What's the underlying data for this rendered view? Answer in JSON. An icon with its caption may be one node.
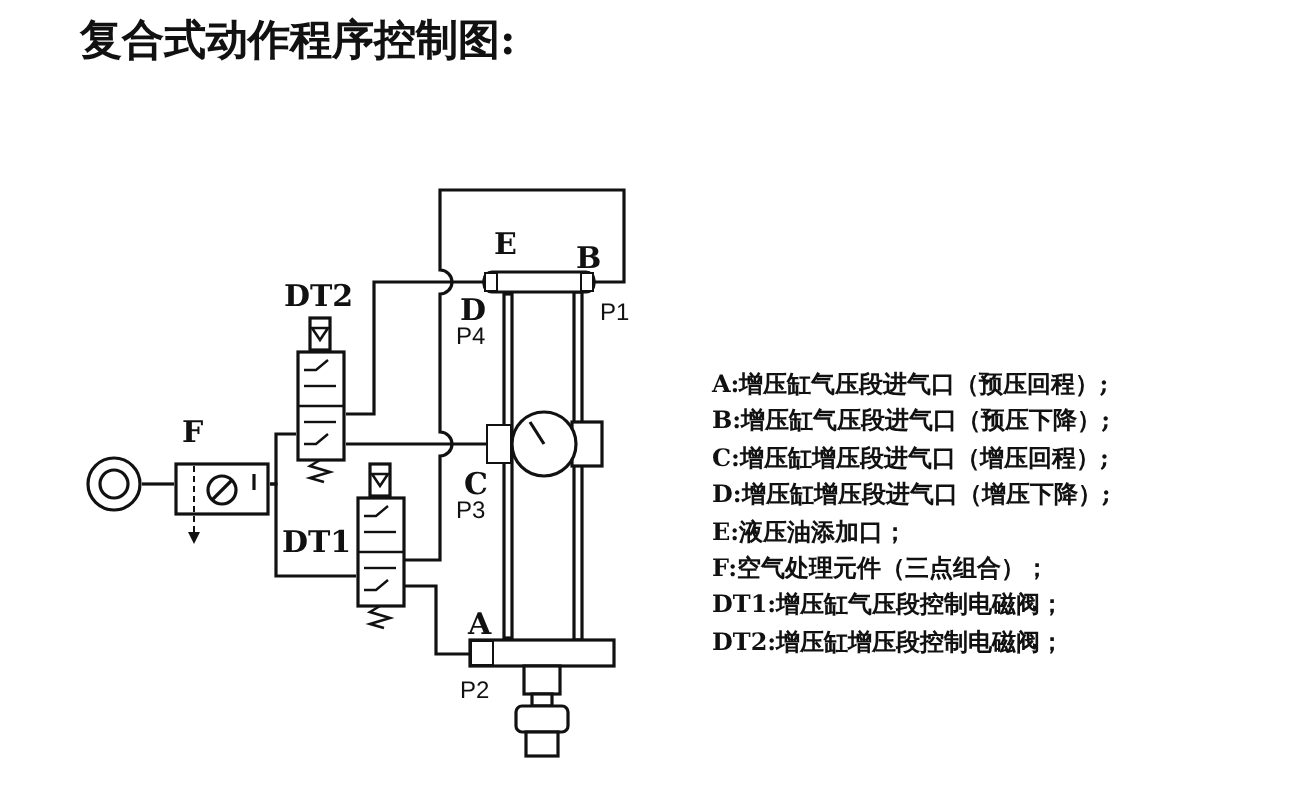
{
  "diagram": {
    "title": "复合式动作程序控制图:",
    "nodes": [
      {
        "text": [],
        "shape": "circle"
      },
      {
        "text": [
          "F"
        ]
      },
      {
        "text": [
          "DT2"
        ]
      },
      {
        "text": [
          "DT1"
        ]
      },
      {
        "text": [
          "D",
          "P4"
        ]
      },
      {
        "text": [
          "B",
          "P1"
        ]
      },
      {
        "text": [
          "C",
          "P3"
        ]
      },
      {
        "text": [
          "A",
          "P2"
        ]
      }
    ],
    "edges": [
      {
        "from": 0,
        "to": 1,
        "arrow": "none"
      },
      {
        "from": 1,
        "to": 2,
        "arrow": "none"
      },
      {
        "from": 1,
        "to": 3,
        "arrow": "none"
      },
      {
        "from": 2,
        "to": 4,
        "arrow": "none"
      },
      {
        "from": 2,
        "to": 6,
        "arrow": "none"
      },
      {
        "from": 3,
        "to": 5,
        "arrow": "none"
      },
      {
        "from": 3,
        "to": 7,
        "arrow": "none"
      }
    ],
    "labels": [
      "E",
      "A:增压缸气压段进气口（预压回程）;",
      "B:增压缸气压段进气口（预压下降）;",
      "C:增压缸增压段进气口（增压回程）;",
      "D:增压缸增压段进气口（增压下降）;",
      "E:液压油添加口；",
      "F:空气处理元件（三点组合）；",
      "DT1:增压缸气压段控制电磁阀；",
      "DT2:增压缸增压段控制电磁阀；"
    ]
  }
}
